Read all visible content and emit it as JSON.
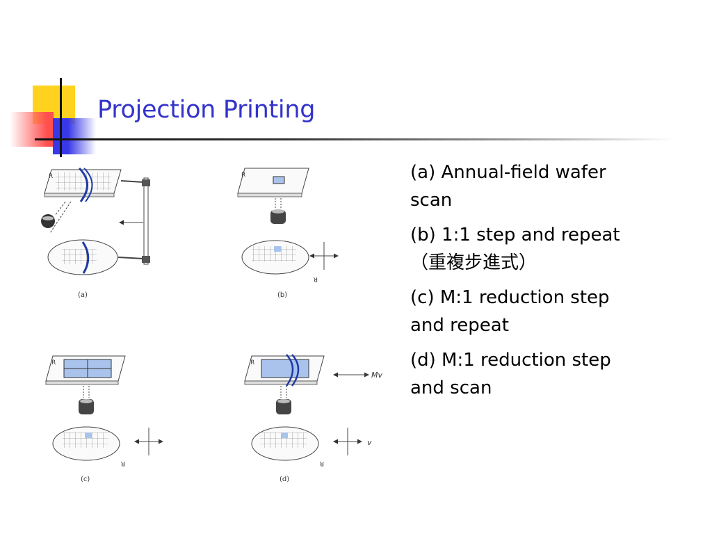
{
  "slide": {
    "title": "Projection Printing",
    "bullets": [
      {
        "line1": "(a) Annual-field wafer",
        "line2": "scan"
      },
      {
        "line1": "(b) 1:1 step and repeat",
        "line2": "（重複步進式）"
      },
      {
        "line1": "(c) M:1 reduction step",
        "line2": "and repeat"
      },
      {
        "line1": "(d) M:1 reduction step",
        "line2": "and scan"
      }
    ]
  },
  "figure": {
    "panels": {
      "a": {
        "caption": "(a)",
        "reticle_label": "R"
      },
      "b": {
        "caption": "(b)",
        "reticle_label": "R",
        "wafer_label": "R"
      },
      "c": {
        "caption": "(c)",
        "reticle_label": "R",
        "wafer_label": "R"
      },
      "d": {
        "caption": "(d)",
        "reticle_label": "R",
        "wafer_label": "R",
        "reticle_motion": "Mv",
        "wafer_motion": "v"
      }
    }
  }
}
